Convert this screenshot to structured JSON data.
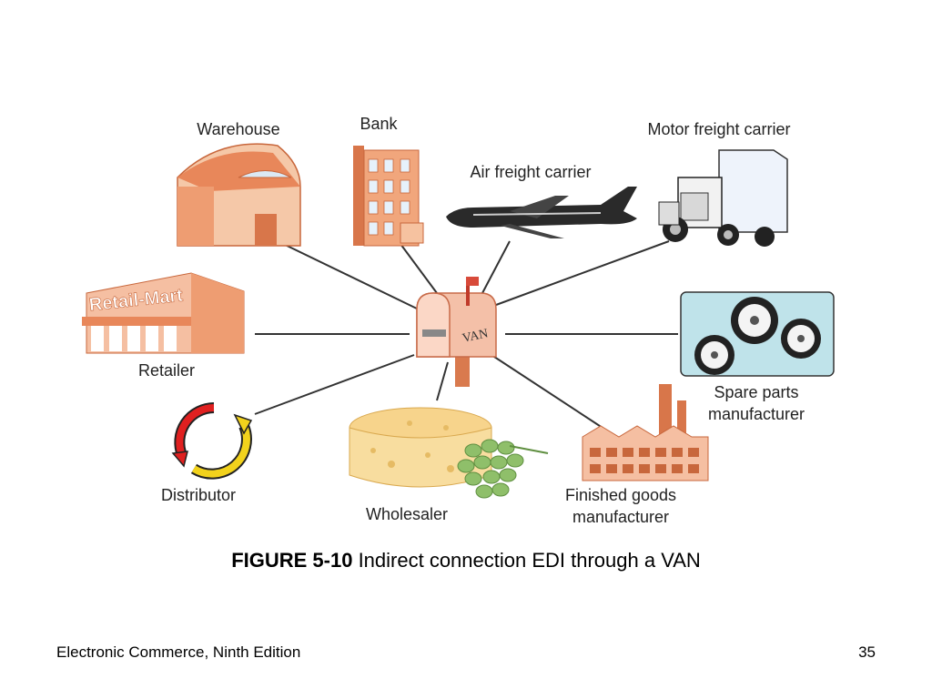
{
  "figure": {
    "hub_label": "VAN",
    "nodes": {
      "warehouse": "Warehouse",
      "bank": "Bank",
      "air_freight": "Air freight carrier",
      "motor_freight": "Motor freight carrier",
      "retailer": "Retailer",
      "retailer_sign": "Retail-Mart",
      "spare_parts_line1": "Spare parts",
      "spare_parts_line2": "manufacturer",
      "distributor": "Distributor",
      "wholesaler": "Wholesaler",
      "finished_goods_line1": "Finished goods",
      "finished_goods_line2": "manufacturer"
    },
    "caption_number": "FIGURE 5-10",
    "caption_text": " Indirect connection EDI through a VAN"
  },
  "footer": {
    "book_title": "Electronic Commerce, Ninth Edition",
    "page_number": "35"
  },
  "colors": {
    "illustration_orange": "#e8875a",
    "illustration_light": "#f6c2a0",
    "connector_line": "#333333",
    "spare_parts_bg": "#bfe3ea",
    "cheese": "#f7d48c",
    "grapes": "#8fbf6a",
    "distributor_red": "#e02020",
    "distributor_yellow": "#f2d21c"
  }
}
